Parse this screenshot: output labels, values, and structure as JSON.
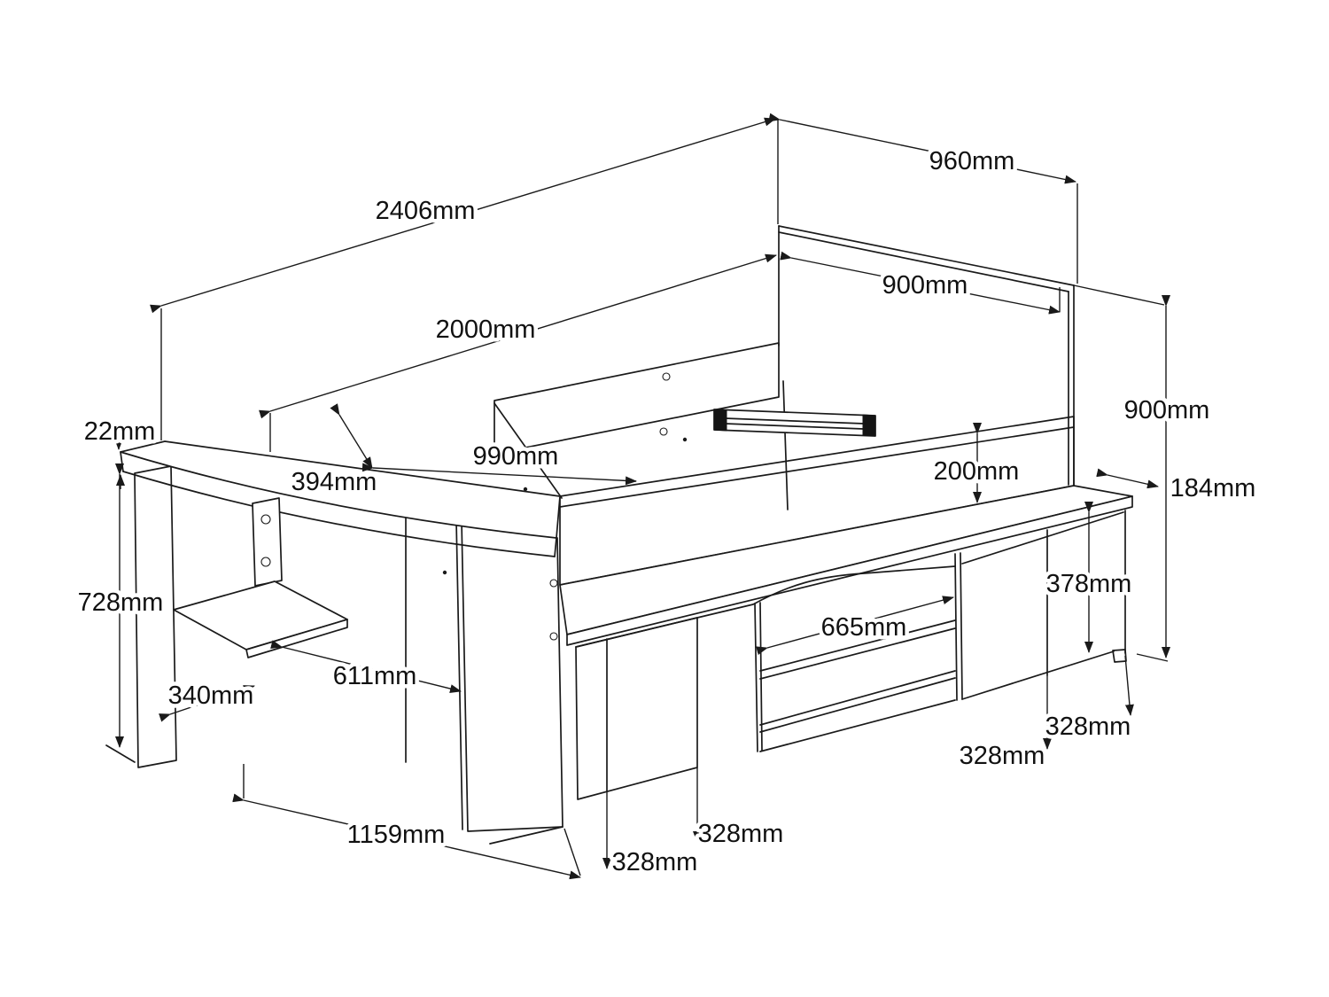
{
  "colors": {
    "background": "#ffffff",
    "line": "#1a1a1a",
    "text": "#111111"
  },
  "diagram": {
    "type": "isometric-furniture-dimension-drawing",
    "subject": "cabin bed with desk, headboard and under-bed storage cabinets",
    "unit": "mm",
    "dimensions": {
      "overall_length": "2406mm",
      "headboard_outer_width": "960mm",
      "headboard_width": "900mm",
      "bed_length": "2000mm",
      "desk_unit_width": "990mm",
      "desk_top_depth": "394mm",
      "desk_top_thickness": "22mm",
      "side_rail_height": "200mm",
      "overall_height": "900mm",
      "ledge_depth": "184mm",
      "cabinet_door_height": "378mm",
      "desk_height": "728mm",
      "desk_shelf_depth": "340mm",
      "knee_space_width": "611mm",
      "open_shelf_width": "665mm",
      "desk_unit_length": "1159mm",
      "door_width_a": "328mm",
      "door_width_b": "328mm",
      "door_width_c": "328mm",
      "door_width_d": "328mm"
    }
  }
}
